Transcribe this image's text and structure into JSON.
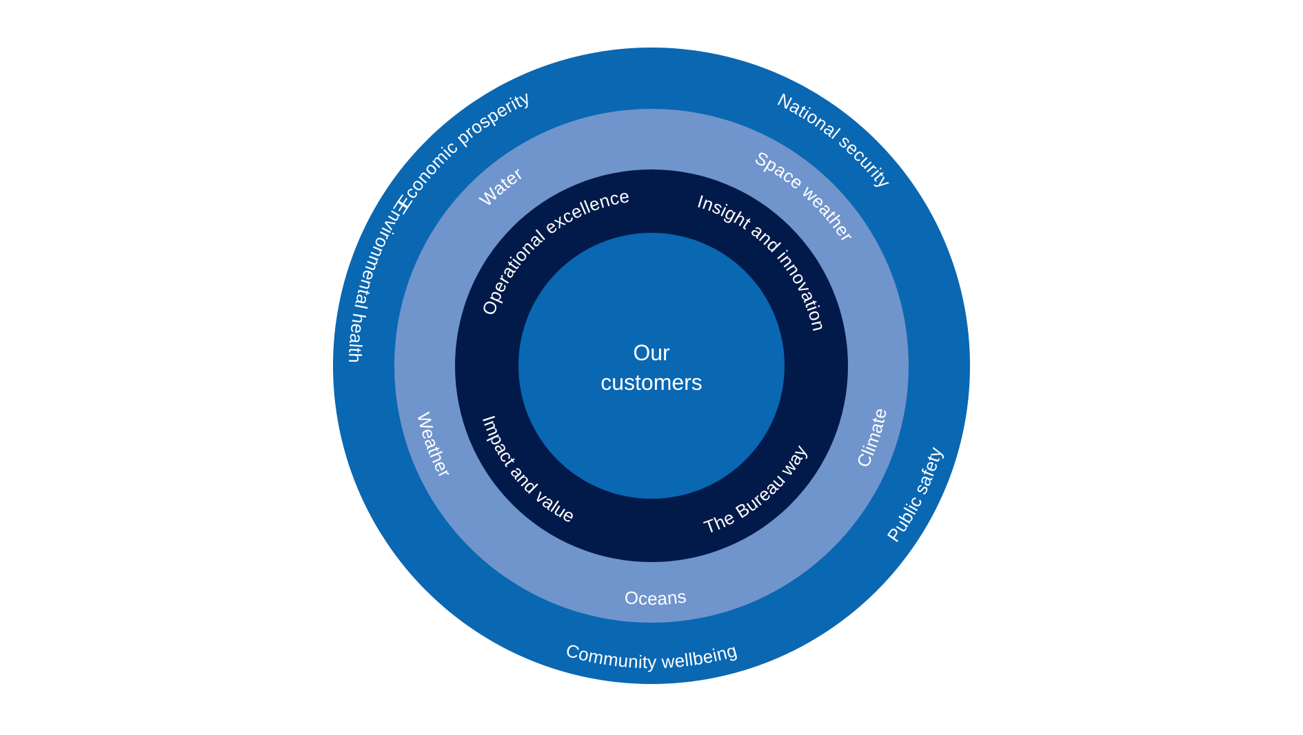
{
  "diagram": {
    "center": {
      "lines": [
        "Our",
        "customers"
      ],
      "color": "#0a67b2"
    },
    "rings": [
      {
        "name": "outer",
        "color": "#0a67b2",
        "labels": [
          {
            "text": "Economic prosperity",
            "angle": -41,
            "side": "top"
          },
          {
            "text": "National security",
            "angle": 39,
            "side": "top"
          },
          {
            "text": "Environmental health",
            "angle": -107,
            "side": "bottom"
          },
          {
            "text": "Public safety",
            "angle": 64,
            "side": "bottom"
          },
          {
            "text": "Community wellbeing",
            "angle": 0,
            "side": "bottom"
          }
        ]
      },
      {
        "name": "middle",
        "color": "#7094cc",
        "labels": [
          {
            "text": "Water",
            "angle": -40,
            "side": "top"
          },
          {
            "text": "Space weather",
            "angle": 42,
            "side": "top"
          },
          {
            "text": "Weather",
            "angle": -70,
            "side": "bottom"
          },
          {
            "text": "Climate",
            "angle": 72,
            "side": "bottom"
          },
          {
            "text": "Oceans",
            "angle": 1,
            "side": "bottom"
          }
        ]
      },
      {
        "name": "inner",
        "color": "#021a4a",
        "labels": [
          {
            "text": "Operational excellence",
            "angle": -40,
            "side": "top"
          },
          {
            "text": "Insight and innovation",
            "angle": 47,
            "side": "top"
          },
          {
            "text": "Impact and value",
            "angle": -50,
            "side": "bottom"
          },
          {
            "text": "The Bureau way",
            "angle": 40,
            "side": "bottom"
          }
        ]
      }
    ]
  }
}
